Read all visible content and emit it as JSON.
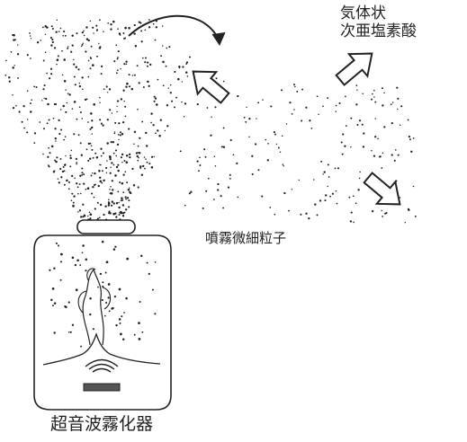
{
  "labels": {
    "gas_line1": "気体状",
    "gas_line2": "次亜塩素酸",
    "mist": "噴霧微細粒子",
    "device": "超音波霧化器"
  },
  "icons": {
    "ultrasonic": "ultrasonic-wave-icon",
    "arrows": [
      "curved-arrow-icon",
      "hollow-arrow-up-left-icon",
      "hollow-arrow-up-right-icon",
      "hollow-arrow-down-right-icon"
    ]
  },
  "colors": {
    "ink": "#222222",
    "background": "#ffffff"
  }
}
